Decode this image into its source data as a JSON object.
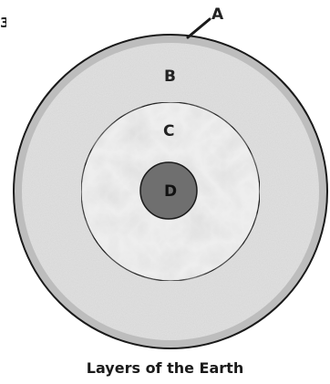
{
  "diagram": {
    "caption": "Layers of the Earth",
    "corner_fragment": "3",
    "labels": {
      "a": "A",
      "b": "B",
      "c": "C",
      "d": "D"
    },
    "colors": {
      "crust": "#bdbdbd",
      "mantle": "#e2e2e2",
      "outer_core": "#eeeeee",
      "inner_core": "#6f6f6f",
      "outline": "#1a1a1a"
    }
  }
}
